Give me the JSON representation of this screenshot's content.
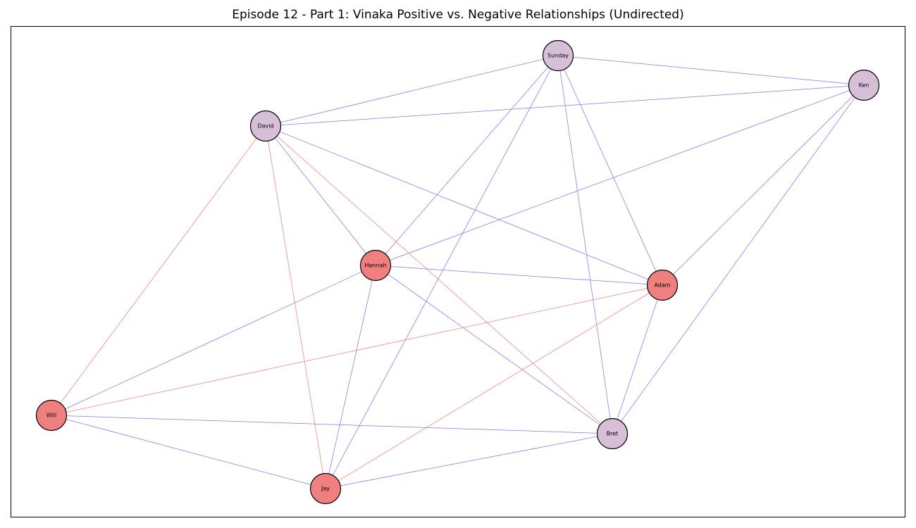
{
  "title": "Episode 12 - Part 1: Vinaka Positive vs. Negative Relationships (Undirected)",
  "colors": {
    "positive_edge": "#7b7bee",
    "negative_edge": "#f08080",
    "node_group_a": "#d8bfd8",
    "node_group_b": "#f08080",
    "node_border": "#000000"
  },
  "nodes": [
    {
      "id": "Sunday",
      "label": "Sunday",
      "group": "a"
    },
    {
      "id": "Ken",
      "label": "Ken",
      "group": "a"
    },
    {
      "id": "David",
      "label": "David",
      "group": "a"
    },
    {
      "id": "Hannah",
      "label": "Hannah",
      "group": "b"
    },
    {
      "id": "Adam",
      "label": "Adam",
      "group": "b"
    },
    {
      "id": "Will",
      "label": "Will",
      "group": "b"
    },
    {
      "id": "Bret",
      "label": "Bret",
      "group": "a"
    },
    {
      "id": "Jay",
      "label": "Jay",
      "group": "b"
    }
  ],
  "edges": [
    {
      "source": "Sunday",
      "target": "David",
      "sign": "positive"
    },
    {
      "source": "Sunday",
      "target": "Ken",
      "sign": "positive"
    },
    {
      "source": "Sunday",
      "target": "Hannah",
      "sign": "positive"
    },
    {
      "source": "Sunday",
      "target": "Jay",
      "sign": "positive"
    },
    {
      "source": "Sunday",
      "target": "Bret",
      "sign": "positive"
    },
    {
      "source": "Sunday",
      "target": "Adam",
      "sign": "positive"
    },
    {
      "source": "Ken",
      "target": "David",
      "sign": "positive"
    },
    {
      "source": "Ken",
      "target": "Hannah",
      "sign": "positive"
    },
    {
      "source": "Ken",
      "target": "Adam",
      "sign": "positive"
    },
    {
      "source": "Ken",
      "target": "Bret",
      "sign": "positive"
    },
    {
      "source": "David",
      "target": "Hannah",
      "sign": "positive"
    },
    {
      "source": "David",
      "target": "Adam",
      "sign": "positive"
    },
    {
      "source": "David",
      "target": "Will",
      "sign": "negative"
    },
    {
      "source": "David",
      "target": "Jay",
      "sign": "negative"
    },
    {
      "source": "David",
      "target": "Bret",
      "sign": "negative"
    },
    {
      "source": "Hannah",
      "target": "Adam",
      "sign": "positive"
    },
    {
      "source": "Hannah",
      "target": "Will",
      "sign": "positive"
    },
    {
      "source": "Hannah",
      "target": "Jay",
      "sign": "positive"
    },
    {
      "source": "Hannah",
      "target": "Bret",
      "sign": "positive"
    },
    {
      "source": "Adam",
      "target": "Will",
      "sign": "negative"
    },
    {
      "source": "Adam",
      "target": "Jay",
      "sign": "negative"
    },
    {
      "source": "Adam",
      "target": "Bret",
      "sign": "positive"
    },
    {
      "source": "Will",
      "target": "Bret",
      "sign": "positive"
    },
    {
      "source": "Will",
      "target": "Jay",
      "sign": "positive"
    },
    {
      "source": "Jay",
      "target": "Bret",
      "sign": "positive"
    }
  ]
}
